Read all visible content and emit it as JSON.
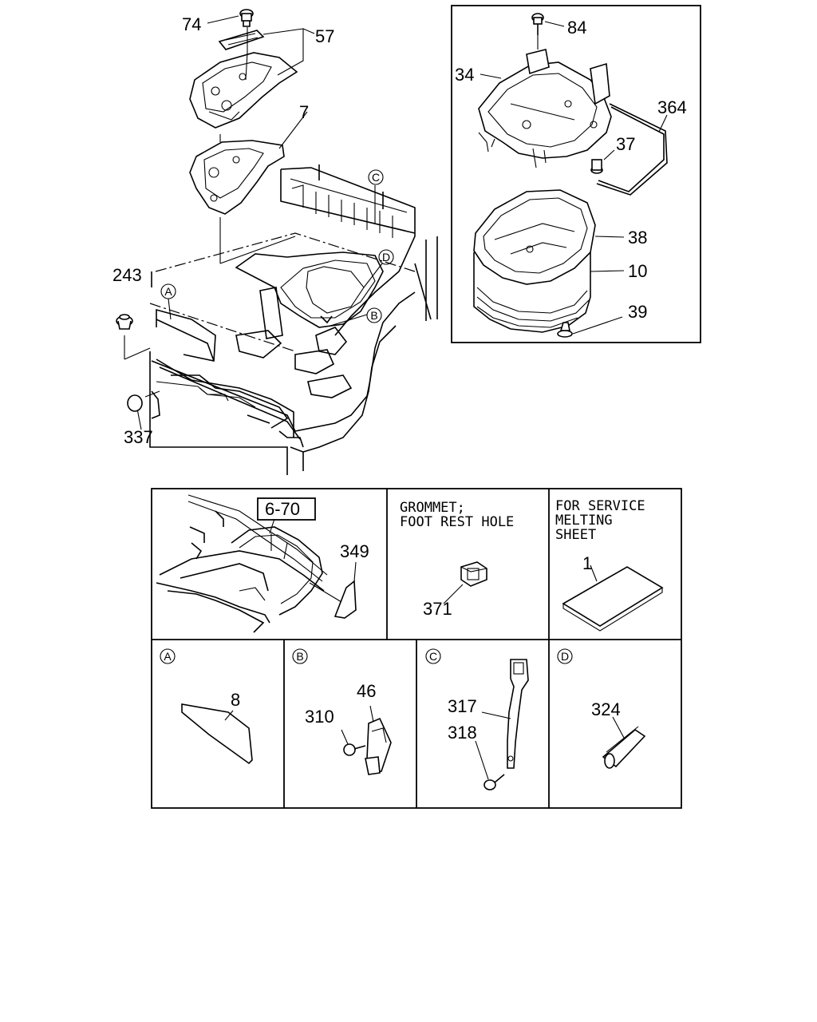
{
  "callouts": {
    "n74": "74",
    "n57": "57",
    "n7": "7",
    "n243": "243",
    "n337": "337",
    "n84": "84",
    "n34": "34",
    "n364": "364",
    "n37": "37",
    "n38": "38",
    "n10": "10",
    "n39": "39",
    "n349": "349",
    "n371": "371",
    "n1": "1",
    "n8": "8",
    "n310": "310",
    "n46": "46",
    "n317": "317",
    "n318": "318",
    "n324": "324"
  },
  "markers": {
    "a": "A",
    "b": "B",
    "c": "C",
    "d": "D"
  },
  "ref_box": "6-70",
  "grommet": {
    "line1": "GROMMET;",
    "line2": "FOOT REST HOLE"
  },
  "service": {
    "line1": "FOR SERVICE",
    "line2": "MELTING",
    "line3": "SHEET"
  }
}
